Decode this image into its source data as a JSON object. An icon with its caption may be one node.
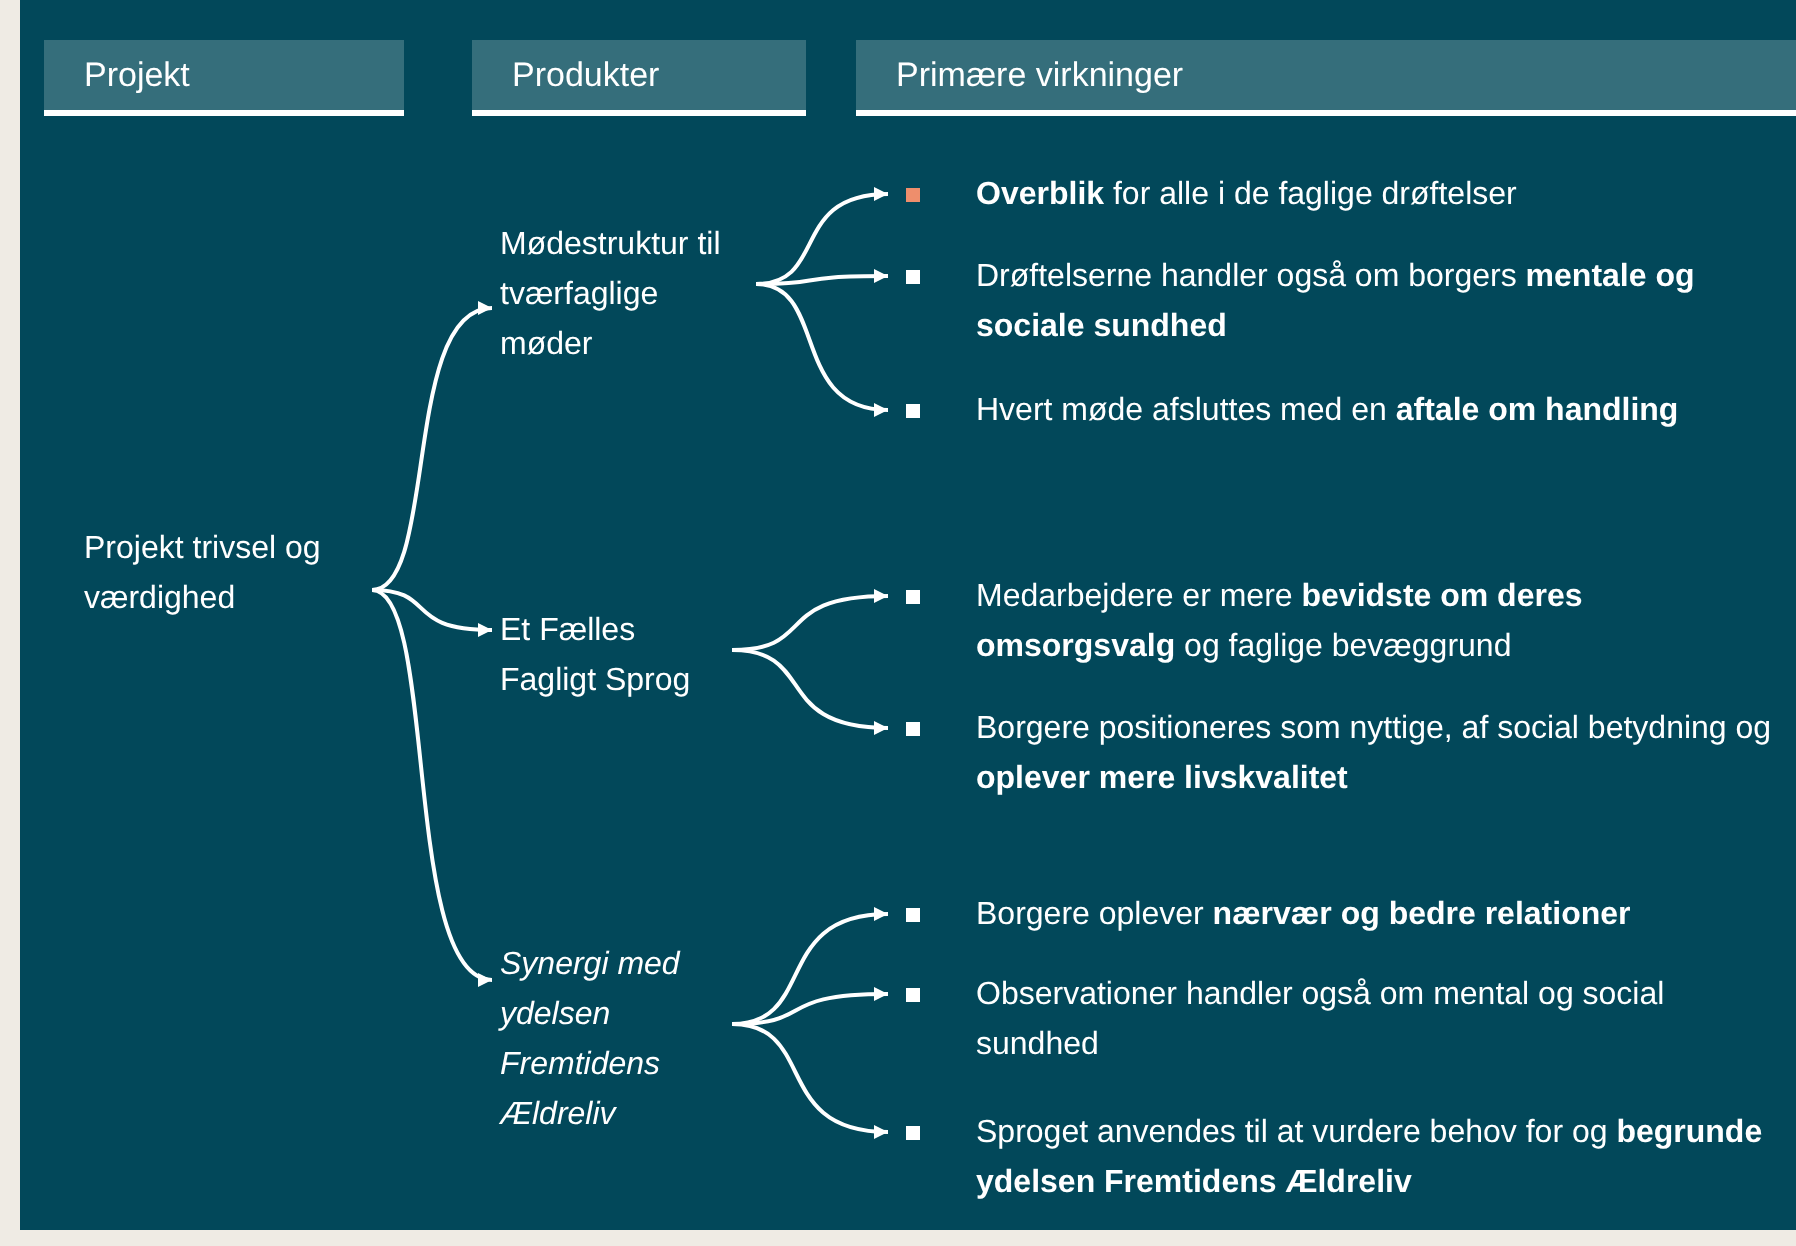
{
  "diagram": {
    "nodes": [
      {
        "text": [
          "Projekt"
        ]
      },
      {
        "text": [
          "Produkter"
        ]
      },
      {
        "text": [
          "Primære virkninger"
        ]
      },
      {
        "text": [
          "Projekt trivsel og værdighed"
        ]
      },
      {
        "text": [
          "Mødestruktur til tværfaglige møder"
        ]
      },
      {
        "text": [
          "Et Fælles Fagligt Sprog"
        ]
      },
      {
        "text": [
          "Synergi med ydelsen Fremtidens Ældreliv"
        ]
      },
      {
        "text": [
          "**Overblik** for alle i de faglige drøftelser"
        ]
      },
      {
        "text": [
          "Drøftelserne handler også om borgers **mentale og sociale sundhed**"
        ]
      },
      {
        "text": [
          "Hvert møde afsluttes med en **aftale om handling**"
        ]
      },
      {
        "text": [
          "Medarbejdere er mere **bevidste om deres omsorgsvalg** og faglige bevæggrund"
        ]
      },
      {
        "text": [
          "Borgere positioneres som nyttige, af social betydning og **oplever mere livskvalitet**"
        ]
      },
      {
        "text": [
          "Borgere oplever **nærvær og bedre relationer**"
        ]
      },
      {
        "text": [
          "Observationer handler også om mental og social sundhed"
        ]
      },
      {
        "text": [
          "Sproget anvendes til at vurdere behov for og **begrunde ydelsen Fremtidens Ældreliv**"
        ]
      }
    ],
    "edges": [
      {
        "from": 3,
        "to": 4,
        "arrow": "to"
      },
      {
        "from": 3,
        "to": 5,
        "arrow": "to"
      },
      {
        "from": 3,
        "to": 6,
        "arrow": "to"
      },
      {
        "from": 4,
        "to": 7,
        "arrow": "to"
      },
      {
        "from": 4,
        "to": 8,
        "arrow": "to"
      },
      {
        "from": 4,
        "to": 9,
        "arrow": "to"
      },
      {
        "from": 5,
        "to": 10,
        "arrow": "to"
      },
      {
        "from": 5,
        "to": 11,
        "arrow": "to"
      },
      {
        "from": 6,
        "to": 12,
        "arrow": "to"
      },
      {
        "from": 6,
        "to": 13,
        "arrow": "to"
      },
      {
        "from": 6,
        "to": 14,
        "arrow": "to"
      }
    ]
  }
}
